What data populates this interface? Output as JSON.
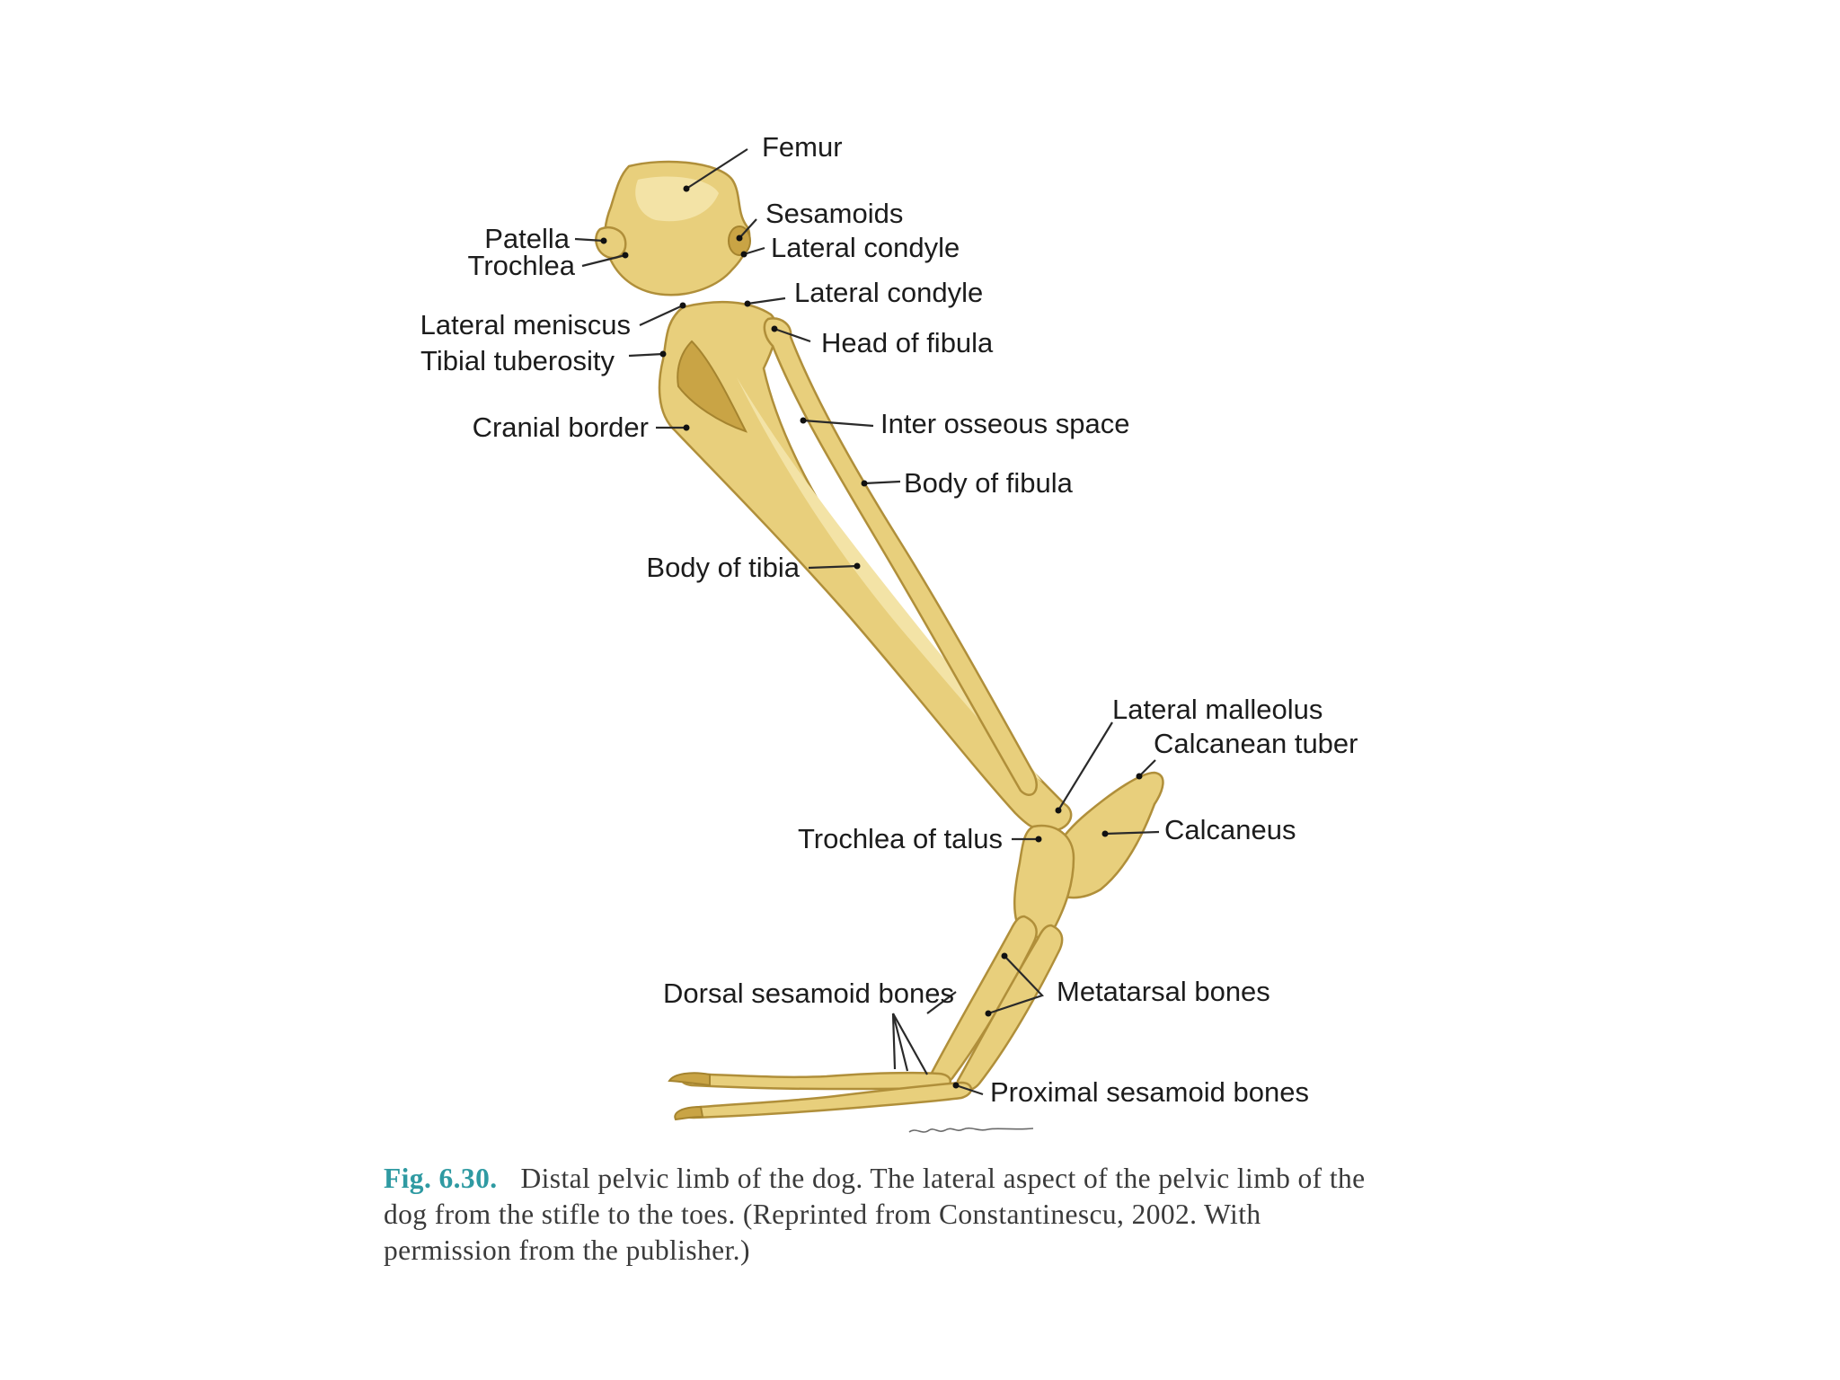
{
  "figure": {
    "labels": {
      "femur": "Femur",
      "sesamoids": "Sesamoids",
      "patella": "Patella",
      "trochlea": "Trochlea",
      "lateral_condyle_femur": "Lateral condyle",
      "lateral_condyle_tibia": "Lateral condyle",
      "lateral_meniscus": "Lateral meniscus",
      "tibial_tuberosity": "Tibial tuberosity",
      "head_of_fibula": "Head of fibula",
      "cranial_border": "Cranial border",
      "interosseous_space": "Inter osseous space",
      "body_of_fibula": "Body of fibula",
      "body_of_tibia": "Body of tibia",
      "lateral_malleolus": "Lateral malleolus",
      "calcanean_tuber": "Calcanean tuber",
      "calcaneus": "Calcaneus",
      "trochlea_of_talus": "Trochlea of talus",
      "dorsal_sesamoid_bones": "Dorsal sesamoid bones",
      "metatarsal_bones": "Metatarsal bones",
      "proximal_sesamoid_bones": "Proximal sesamoid bones"
    },
    "caption": {
      "number": "Fig. 6.30.",
      "text": "Distal pelvic limb of the dog. The lateral aspect of the pelvic limb of the dog from the stifle to the toes. (Reprinted from Constantinescu, 2002. With permission from the publisher.)"
    },
    "colors": {
      "bone": "#e8cf7c",
      "bone_shadow": "#c9a445",
      "caption_number": "#2f9aa2",
      "caption_text": "#3a3a3a"
    }
  }
}
